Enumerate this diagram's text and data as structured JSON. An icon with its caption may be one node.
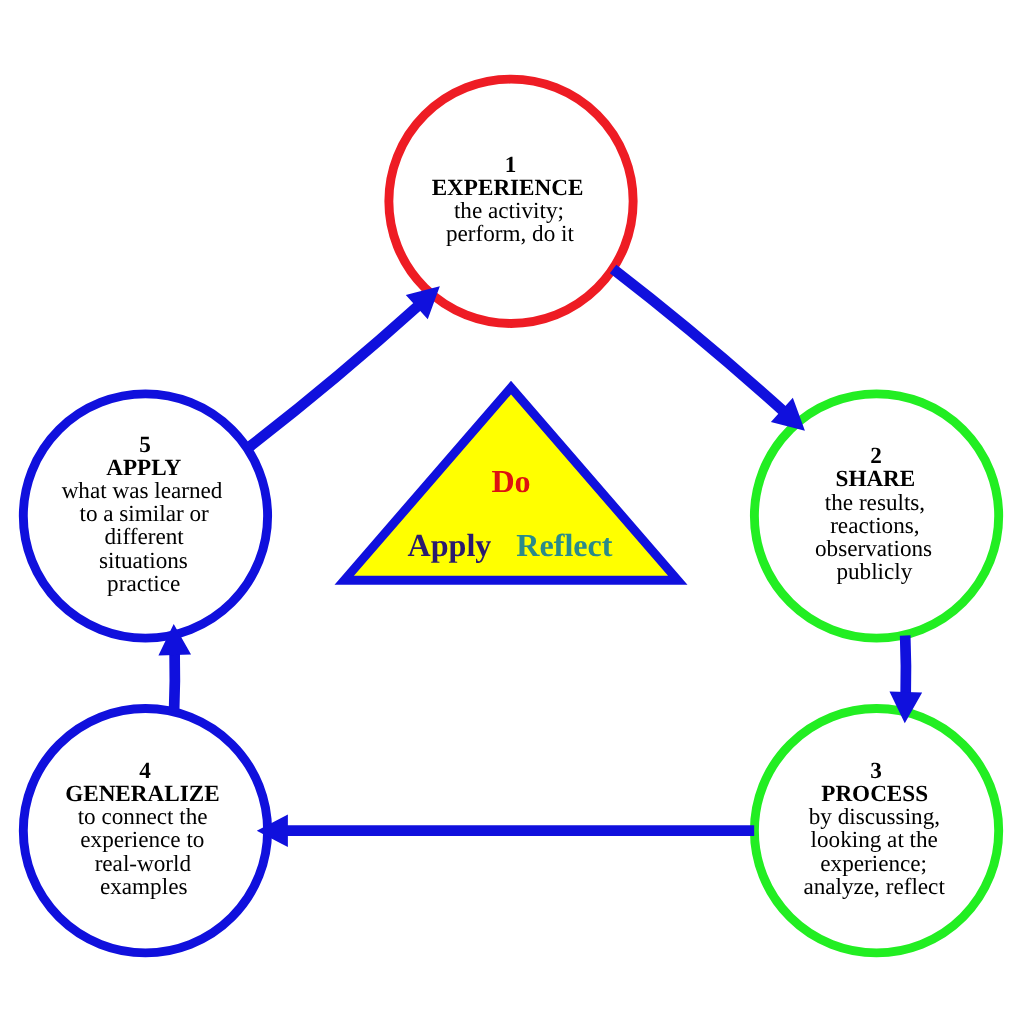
{
  "diagram": {
    "nodes": [
      {
        "text": [
          "1",
          "EXPERIENCE",
          "the activity; perform, do it"
        ]
      },
      {
        "text": [
          "2",
          "SHARE",
          "the results, reactions, observations publicly"
        ]
      },
      {
        "text": [
          "3",
          "PROCESS",
          "by discussing, looking at the experience; analyze, reflect"
        ]
      },
      {
        "text": [
          "4",
          "GENERALIZE",
          "to connect the experience to real-world examples"
        ]
      },
      {
        "text": [
          "5",
          "APPLY",
          "what was learned to a similar or different situations practice"
        ]
      },
      {
        "text": [
          "Do",
          "Apply",
          "Reflect"
        ]
      }
    ],
    "edges": [
      {
        "from": 0,
        "to": 1,
        "arrow": "to"
      },
      {
        "from": 1,
        "to": 2,
        "arrow": "to"
      },
      {
        "from": 2,
        "to": 3,
        "arrow": "to"
      },
      {
        "from": 3,
        "to": 4,
        "arrow": "to"
      },
      {
        "from": 4,
        "to": 0,
        "arrow": "to"
      }
    ]
  }
}
